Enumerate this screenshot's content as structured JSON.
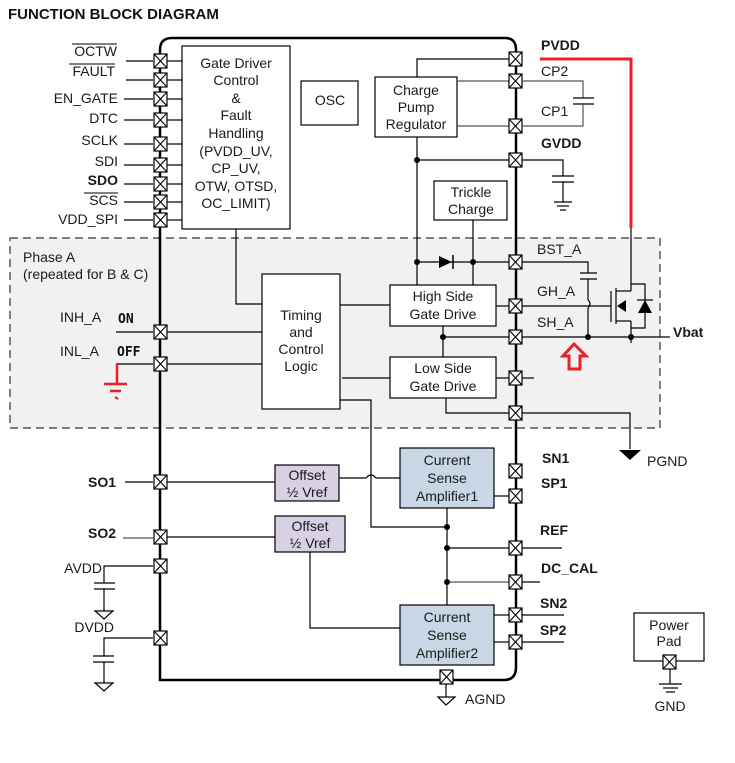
{
  "title": "FUNCTION BLOCK DIAGRAM",
  "left_pins": {
    "octw": "OCTW",
    "fault": "FAULT",
    "en_gate": "EN_GATE",
    "dtc": "DTC",
    "sclk": "SCLK",
    "sdi": "SDI",
    "sdo": "SDO",
    "scs": "SCS",
    "vdd_spi": "VDD_SPI",
    "inh_a": "INH_A",
    "inl_a": "INL_A",
    "so1": "SO1",
    "so2": "SO2",
    "avdd": "AVDD",
    "dvdd": "DVDD"
  },
  "annotations": {
    "on": "ON",
    "off": "OFF",
    "vbat": "Vbat",
    "accent_color": "#e8202a"
  },
  "right_pins": {
    "pvdd": "PVDD",
    "cp2": "CP2",
    "cp1": "CP1",
    "gvdd": "GVDD",
    "bst_a": "BST_A",
    "gh_a": "GH_A",
    "sh_a": "SH_A",
    "sn1": "SN1",
    "sp1": "SP1",
    "ref": "REF",
    "dc_cal": "DC_CAL",
    "sn2": "SN2",
    "sp2": "SP2",
    "pgnd": "PGND",
    "agnd": "AGND",
    "gnd": "GND"
  },
  "phase": {
    "line1": "Phase A",
    "line2": "(repeated for B & C)"
  },
  "blocks": {
    "gate_driver": [
      "Gate Driver",
      "Control",
      "&",
      "Fault",
      "Handling",
      "(PVDD_UV,",
      "CP_UV,",
      "OTW, OTSD,",
      "OC_LIMIT)"
    ],
    "osc": "OSC",
    "charge_pump": [
      "Charge",
      "Pump",
      "Regulator"
    ],
    "trickle": [
      "Trickle",
      "Charge"
    ],
    "timing": [
      "Timing",
      "and",
      "Control",
      "Logic"
    ],
    "high_side": [
      "High Side",
      "Gate Drive"
    ],
    "low_side": [
      "Low Side",
      "Gate Drive"
    ],
    "offset1": [
      "Offset",
      "½ Vref"
    ],
    "offset2": [
      "Offset",
      "½ Vref"
    ],
    "csa1": [
      "Current",
      "Sense",
      "Amplifier1"
    ],
    "csa2": [
      "Current",
      "Sense",
      "Amplifier2"
    ],
    "power_pad": [
      "Power",
      "Pad"
    ]
  }
}
